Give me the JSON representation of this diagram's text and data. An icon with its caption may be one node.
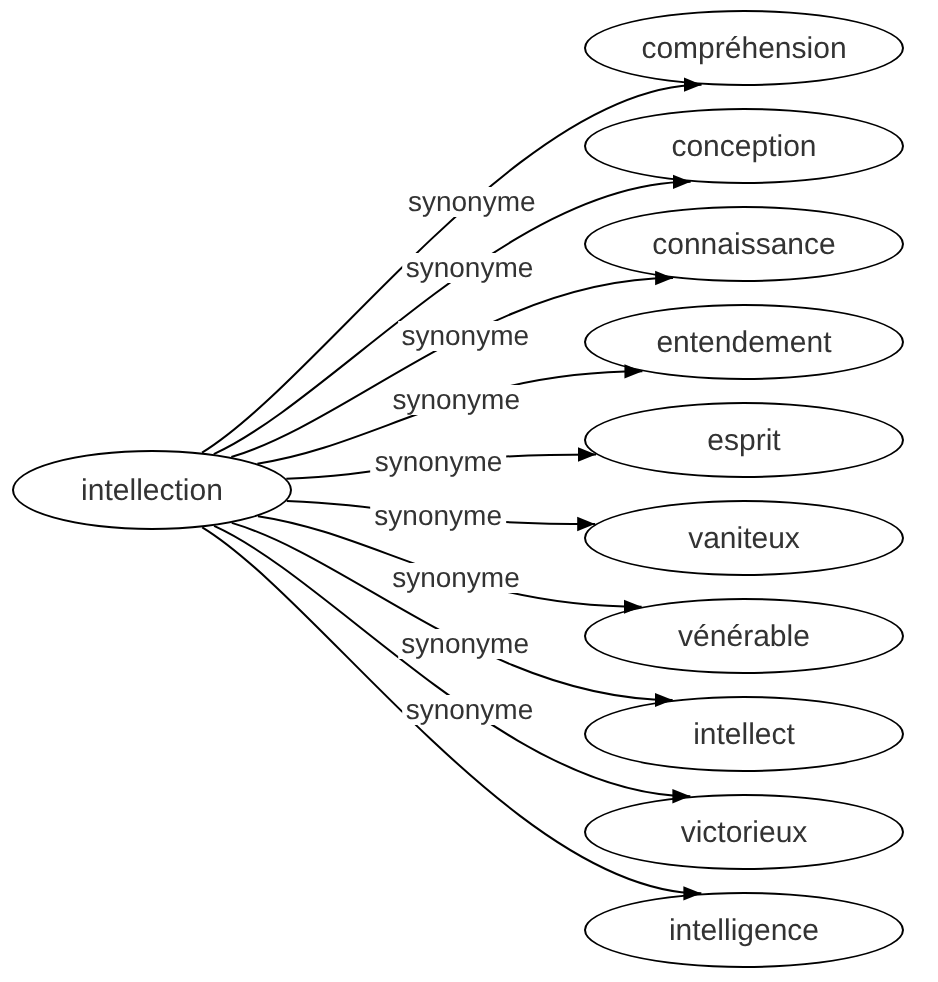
{
  "diagram": {
    "nodes": [
      {
        "text": [
          "intellection"
        ]
      },
      {
        "text": [
          "compréhension"
        ]
      },
      {
        "text": [
          "conception"
        ]
      },
      {
        "text": [
          "connaissance"
        ]
      },
      {
        "text": [
          "entendement"
        ]
      },
      {
        "text": [
          "esprit"
        ]
      },
      {
        "text": [
          "vaniteux"
        ]
      },
      {
        "text": [
          "vénérable"
        ]
      },
      {
        "text": [
          "intellect"
        ]
      },
      {
        "text": [
          "victorieux"
        ]
      },
      {
        "text": [
          "intelligence"
        ]
      }
    ],
    "edges": [
      {
        "from": 0,
        "to": 1,
        "arrow": "to",
        "label": "synonyme"
      },
      {
        "from": 0,
        "to": 2,
        "arrow": "to",
        "label": "synonyme"
      },
      {
        "from": 0,
        "to": 3,
        "arrow": "to",
        "label": "synonyme"
      },
      {
        "from": 0,
        "to": 4,
        "arrow": "to",
        "label": "synonyme"
      },
      {
        "from": 0,
        "to": 5,
        "arrow": "to",
        "label": "synonyme"
      },
      {
        "from": 0,
        "to": 6,
        "arrow": "to",
        "label": "synonyme"
      },
      {
        "from": 0,
        "to": 7,
        "arrow": "to",
        "label": "synonyme"
      },
      {
        "from": 0,
        "to": 8,
        "arrow": "to",
        "label": "synonyme"
      },
      {
        "from": 0,
        "to": 9,
        "arrow": "to",
        "label": "synonyme"
      },
      {
        "from": 0,
        "to": 10,
        "arrow": "to"
      }
    ]
  }
}
